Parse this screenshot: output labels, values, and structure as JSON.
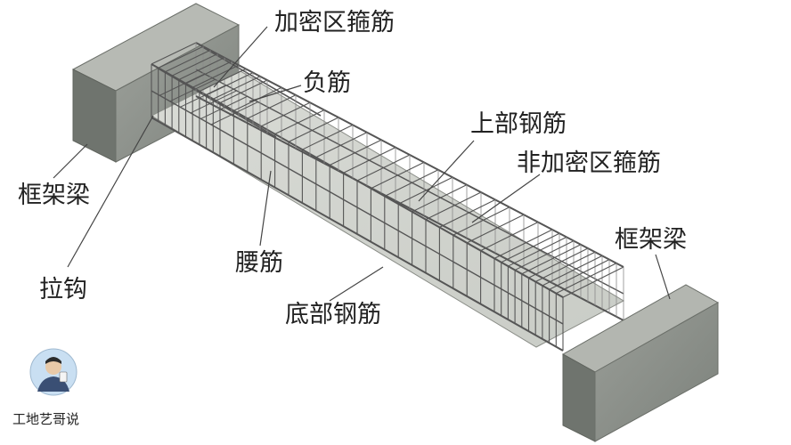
{
  "labels": {
    "dense_stirrup": "加密区箍筋",
    "negative_rebar": "负筋",
    "top_rebar": "上部钢筋",
    "non_dense_stirrup": "非加密区箍筋",
    "frame_beam_left": "框架梁",
    "frame_beam_right": "框架梁",
    "tie_hook": "拉钩",
    "waist_rebar": "腰筋",
    "bottom_rebar": "底部钢筋"
  },
  "watermark": {
    "author": "工地艺哥说"
  },
  "colors": {
    "concrete_front": "#8f938d",
    "concrete_top": "#b3b6b0",
    "concrete_side": "#757a74",
    "rebar": "#555555",
    "leader": "#444444"
  }
}
